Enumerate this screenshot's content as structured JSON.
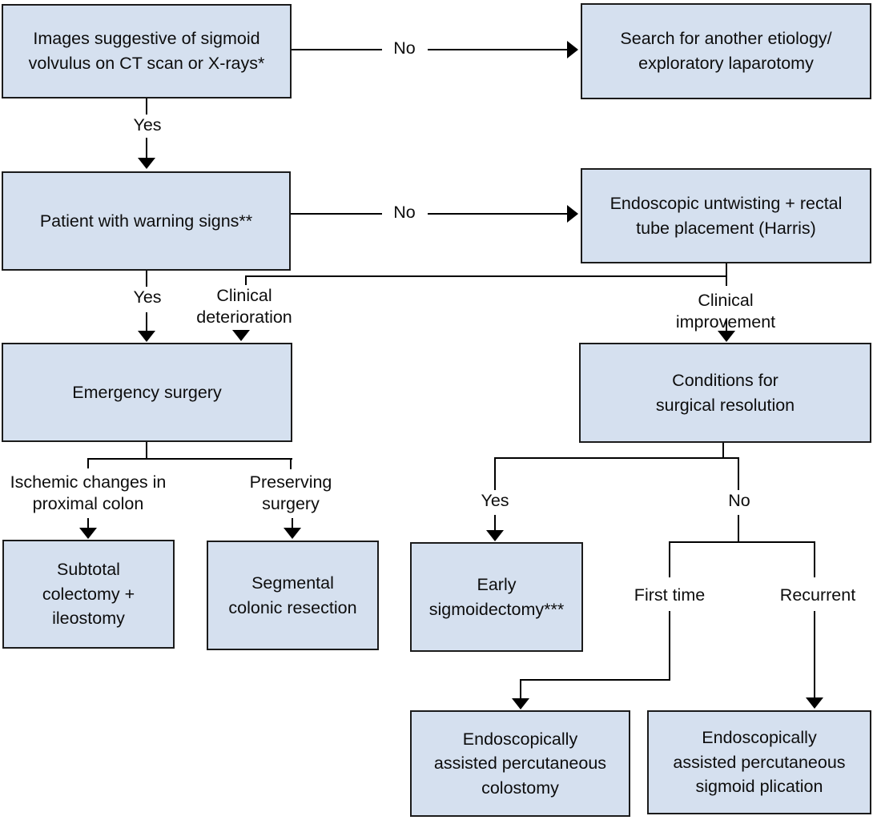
{
  "colors": {
    "node_fill": "#d5e0ef",
    "node_border": "#1b1b1b",
    "line": "#000000"
  },
  "nodes": {
    "imaging": "Images suggestive of sigmoid\nvolvulus on CT scan or X-rays*",
    "search": "Search for another etiology/\nexploratory laparotomy",
    "warning": "Patient with warning signs**",
    "endoscopic": "Endoscopic untwisting + rectal\ntube placement (Harris)",
    "emergency": "Emergency surgery",
    "conditions": "Conditions for\nsurgical resolution",
    "subtotal": "Subtotal\ncolectomy +\nileostomy",
    "segmental": "Segmental\ncolonic resection",
    "early": "Early\nsigmoidectomy***",
    "colostomy": "Endoscopically\nassisted percutaneous\ncolostomy",
    "plication": "Endoscopically\nassisted percutaneous\nsigmoid plication"
  },
  "labels": {
    "no_imaging": "No",
    "yes_imaging": "Yes",
    "no_warning": "No",
    "yes_warning": "Yes",
    "clinical_deterioration": "Clinical\ndeterioration",
    "clinical_improvement": "Clinical improvement",
    "ischemic": "Ischemic changes in\nproximal colon",
    "preserving": "Preserving\nsurgery",
    "yes_conditions": "Yes",
    "no_conditions": "No",
    "first_time": "First time",
    "recurrent": "Recurrent"
  }
}
